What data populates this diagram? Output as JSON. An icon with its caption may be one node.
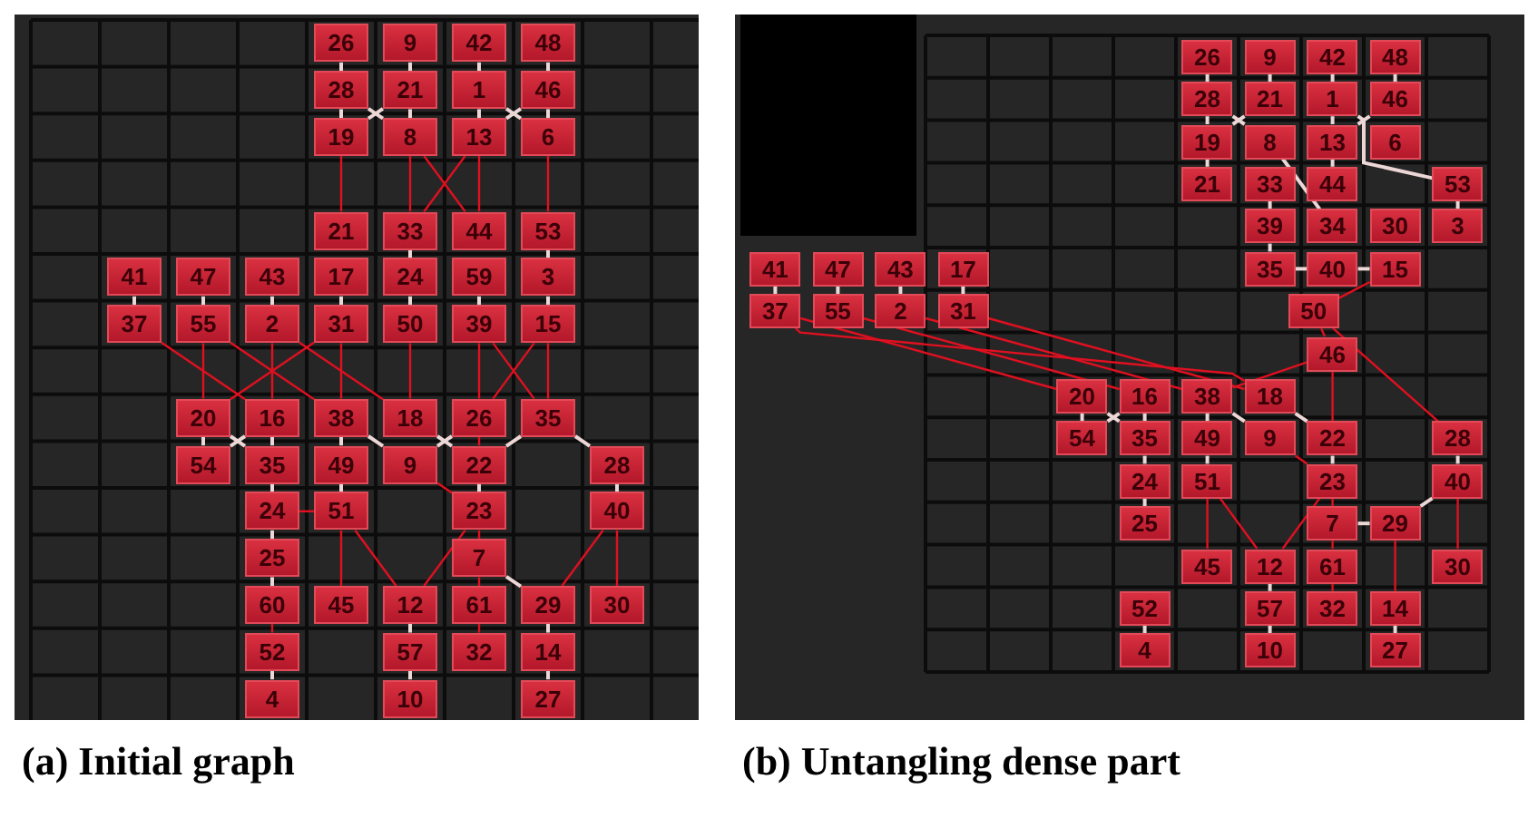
{
  "diagram": {
    "nodes": [
      {
        "text": [
          "(a) Initial graph"
        ]
      },
      {
        "text": [
          "26"
        ],
        "in": 0
      },
      {
        "text": [
          "9"
        ],
        "in": 0
      },
      {
        "text": [
          "42"
        ],
        "in": 0
      },
      {
        "text": [
          "48"
        ],
        "in": 0
      },
      {
        "text": [
          "28"
        ],
        "in": 0
      },
      {
        "text": [
          "21"
        ],
        "in": 0
      },
      {
        "text": [
          "1"
        ],
        "in": 0
      },
      {
        "text": [
          "46"
        ],
        "in": 0
      },
      {
        "text": [
          "19"
        ],
        "in": 0
      },
      {
        "text": [
          "8"
        ],
        "in": 0
      },
      {
        "text": [
          "13"
        ],
        "in": 0
      },
      {
        "text": [
          "6"
        ],
        "in": 0
      },
      {
        "text": [
          "21"
        ],
        "in": 0
      },
      {
        "text": [
          "33"
        ],
        "in": 0
      },
      {
        "text": [
          "44"
        ],
        "in": 0
      },
      {
        "text": [
          "53"
        ],
        "in": 0
      },
      {
        "text": [
          "41"
        ],
        "in": 0
      },
      {
        "text": [
          "47"
        ],
        "in": 0
      },
      {
        "text": [
          "43"
        ],
        "in": 0
      },
      {
        "text": [
          "17"
        ],
        "in": 0
      },
      {
        "text": [
          "24"
        ],
        "in": 0
      },
      {
        "text": [
          "59"
        ],
        "in": 0
      },
      {
        "text": [
          "3"
        ],
        "in": 0
      },
      {
        "text": [
          "37"
        ],
        "in": 0
      },
      {
        "text": [
          "55"
        ],
        "in": 0
      },
      {
        "text": [
          "2"
        ],
        "in": 0
      },
      {
        "text": [
          "31"
        ],
        "in": 0
      },
      {
        "text": [
          "50"
        ],
        "in": 0
      },
      {
        "text": [
          "39"
        ],
        "in": 0
      },
      {
        "text": [
          "15"
        ],
        "in": 0
      },
      {
        "text": [
          "20"
        ],
        "in": 0
      },
      {
        "text": [
          "16"
        ],
        "in": 0
      },
      {
        "text": [
          "38"
        ],
        "in": 0
      },
      {
        "text": [
          "18"
        ],
        "in": 0
      },
      {
        "text": [
          "26"
        ],
        "in": 0
      },
      {
        "text": [
          "35"
        ],
        "in": 0
      },
      {
        "text": [
          "54"
        ],
        "in": 0
      },
      {
        "text": [
          "35"
        ],
        "in": 0
      },
      {
        "text": [
          "49"
        ],
        "in": 0
      },
      {
        "text": [
          "9"
        ],
        "in": 0
      },
      {
        "text": [
          "22"
        ],
        "in": 0
      },
      {
        "text": [
          "28"
        ],
        "in": 0
      },
      {
        "text": [
          "24"
        ],
        "in": 0
      },
      {
        "text": [
          "51"
        ],
        "in": 0
      },
      {
        "text": [
          "23"
        ],
        "in": 0
      },
      {
        "text": [
          "40"
        ],
        "in": 0
      },
      {
        "text": [
          "25"
        ],
        "in": 0
      },
      {
        "text": [
          "7"
        ],
        "in": 0
      },
      {
        "text": [
          "60"
        ],
        "in": 0
      },
      {
        "text": [
          "45"
        ],
        "in": 0
      },
      {
        "text": [
          "12"
        ],
        "in": 0
      },
      {
        "text": [
          "61"
        ],
        "in": 0
      },
      {
        "text": [
          "29"
        ],
        "in": 0
      },
      {
        "text": [
          "30"
        ],
        "in": 0
      },
      {
        "text": [
          "52"
        ],
        "in": 0
      },
      {
        "text": [
          "57"
        ],
        "in": 0
      },
      {
        "text": [
          "32"
        ],
        "in": 0
      },
      {
        "text": [
          "14"
        ],
        "in": 0
      },
      {
        "text": [
          "4"
        ],
        "in": 0
      },
      {
        "text": [
          "10"
        ],
        "in": 0
      },
      {
        "text": [
          "27"
        ],
        "in": 0
      },
      {
        "text": [
          "(b) Untangling dense part"
        ]
      },
      {
        "text": [
          "26"
        ],
        "in": 62
      },
      {
        "text": [
          "9"
        ],
        "in": 62
      },
      {
        "text": [
          "42"
        ],
        "in": 62
      },
      {
        "text": [
          "48"
        ],
        "in": 62
      },
      {
        "text": [
          "28"
        ],
        "in": 62
      },
      {
        "text": [
          "21"
        ],
        "in": 62
      },
      {
        "text": [
          "1"
        ],
        "in": 62
      },
      {
        "text": [
          "46"
        ],
        "in": 62
      },
      {
        "text": [
          "19"
        ],
        "in": 62
      },
      {
        "text": [
          "8"
        ],
        "in": 62
      },
      {
        "text": [
          "13"
        ],
        "in": 62
      },
      {
        "text": [
          "6"
        ],
        "in": 62
      },
      {
        "text": [
          "21"
        ],
        "in": 62
      },
      {
        "text": [
          "33"
        ],
        "in": 62
      },
      {
        "text": [
          "44"
        ],
        "in": 62
      },
      {
        "text": [
          "53"
        ],
        "in": 62
      },
      {
        "text": [
          "39"
        ],
        "in": 62
      },
      {
        "text": [
          "34"
        ],
        "in": 62
      },
      {
        "text": [
          "30"
        ],
        "in": 62
      },
      {
        "text": [
          "3"
        ],
        "in": 62
      },
      {
        "text": [
          "41"
        ],
        "in": 62
      },
      {
        "text": [
          "47"
        ],
        "in": 62
      },
      {
        "text": [
          "43"
        ],
        "in": 62
      },
      {
        "text": [
          "17"
        ],
        "in": 62
      },
      {
        "text": [
          "35"
        ],
        "in": 62
      },
      {
        "text": [
          "40"
        ],
        "in": 62
      },
      {
        "text": [
          "15"
        ],
        "in": 62
      },
      {
        "text": [
          "37"
        ],
        "in": 62
      },
      {
        "text": [
          "55"
        ],
        "in": 62
      },
      {
        "text": [
          "2"
        ],
        "in": 62
      },
      {
        "text": [
          "31"
        ],
        "in": 62
      },
      {
        "text": [
          "50"
        ],
        "in": 62
      },
      {
        "text": [
          "46"
        ],
        "in": 62
      },
      {
        "text": [
          "20"
        ],
        "in": 62
      },
      {
        "text": [
          "16"
        ],
        "in": 62
      },
      {
        "text": [
          "38"
        ],
        "in": 62
      },
      {
        "text": [
          "18"
        ],
        "in": 62
      },
      {
        "text": [
          "54"
        ],
        "in": 62
      },
      {
        "text": [
          "35"
        ],
        "in": 62
      },
      {
        "text": [
          "49"
        ],
        "in": 62
      },
      {
        "text": [
          "9"
        ],
        "in": 62
      },
      {
        "text": [
          "22"
        ],
        "in": 62
      },
      {
        "text": [
          "28"
        ],
        "in": 62
      },
      {
        "text": [
          "24"
        ],
        "in": 62
      },
      {
        "text": [
          "51"
        ],
        "in": 62
      },
      {
        "text": [
          "23"
        ],
        "in": 62
      },
      {
        "text": [
          "40"
        ],
        "in": 62
      },
      {
        "text": [
          "25"
        ],
        "in": 62
      },
      {
        "text": [
          "7"
        ],
        "in": 62
      },
      {
        "text": [
          "29"
        ],
        "in": 62
      },
      {
        "text": [
          "45"
        ],
        "in": 62
      },
      {
        "text": [
          "12"
        ],
        "in": 62
      },
      {
        "text": [
          "61"
        ],
        "in": 62
      },
      {
        "text": [
          "30"
        ],
        "in": 62
      },
      {
        "text": [
          "52"
        ],
        "in": 62
      },
      {
        "text": [
          "57"
        ],
        "in": 62
      },
      {
        "text": [
          "32"
        ],
        "in": 62
      },
      {
        "text": [
          "14"
        ],
        "in": 62
      },
      {
        "text": [
          "4"
        ],
        "in": 62
      },
      {
        "text": [
          "10"
        ],
        "in": 62
      },
      {
        "text": [
          "27"
        ],
        "in": 62
      },
      {
        "text": [],
        "shape": "box",
        "in": 62
      }
    ],
    "edges": [
      {
        "from": 1,
        "to": 5,
        "arrow": "none"
      },
      {
        "from": 5,
        "to": 9,
        "arrow": "none"
      },
      {
        "from": 2,
        "to": 6,
        "arrow": "none"
      },
      {
        "from": 6,
        "to": 10,
        "arrow": "none"
      },
      {
        "from": 9,
        "to": 6,
        "arrow": "none"
      },
      {
        "from": 5,
        "to": 10,
        "arrow": "none"
      },
      {
        "from": 3,
        "to": 7,
        "arrow": "none"
      },
      {
        "from": 7,
        "to": 11,
        "arrow": "none"
      },
      {
        "from": 4,
        "to": 8,
        "arrow": "none"
      },
      {
        "from": 8,
        "to": 12,
        "arrow": "none"
      },
      {
        "from": 7,
        "to": 12,
        "arrow": "none"
      },
      {
        "from": 11,
        "to": 8,
        "arrow": "none"
      },
      {
        "from": 14,
        "to": 21,
        "arrow": "none"
      },
      {
        "from": 21,
        "to": 28,
        "arrow": "none"
      },
      {
        "from": 22,
        "to": 29,
        "arrow": "none"
      },
      {
        "from": 16,
        "to": 23,
        "arrow": "none"
      },
      {
        "from": 23,
        "to": 30,
        "arrow": "none"
      },
      {
        "from": 17,
        "to": 24,
        "arrow": "none"
      },
      {
        "from": 18,
        "to": 25,
        "arrow": "none"
      },
      {
        "from": 19,
        "to": 26,
        "arrow": "none"
      },
      {
        "from": 20,
        "to": 27,
        "arrow": "none"
      },
      {
        "from": 31,
        "to": 37,
        "arrow": "none"
      },
      {
        "from": 31,
        "to": 38,
        "arrow": "none"
      },
      {
        "from": 37,
        "to": 32,
        "arrow": "none"
      },
      {
        "from": 32,
        "to": 38,
        "arrow": "none"
      },
      {
        "from": 38,
        "to": 43,
        "arrow": "none"
      },
      {
        "from": 43,
        "to": 47,
        "arrow": "none"
      },
      {
        "from": 47,
        "to": 49,
        "arrow": "none"
      },
      {
        "from": 33,
        "to": 39,
        "arrow": "none"
      },
      {
        "from": 39,
        "to": 44,
        "arrow": "none"
      },
      {
        "from": 33,
        "to": 40,
        "arrow": "none"
      },
      {
        "from": 40,
        "to": 35,
        "arrow": "none"
      },
      {
        "from": 34,
        "to": 41,
        "arrow": "none"
      },
      {
        "from": 41,
        "to": 45,
        "arrow": "none"
      },
      {
        "from": 41,
        "to": 36,
        "arrow": "none"
      },
      {
        "from": 36,
        "to": 42,
        "arrow": "none"
      },
      {
        "from": 42,
        "to": 46,
        "arrow": "none"
      },
      {
        "from": 48,
        "to": 53,
        "arrow": "none"
      },
      {
        "from": 53,
        "to": 58,
        "arrow": "none"
      },
      {
        "from": 58,
        "to": 61,
        "arrow": "none"
      },
      {
        "from": 51,
        "to": 56,
        "arrow": "none"
      },
      {
        "from": 56,
        "to": 60,
        "arrow": "none"
      },
      {
        "from": 55,
        "to": 59,
        "arrow": "none"
      },
      {
        "from": 9,
        "to": 13,
        "arrow": "none",
        "color": "#e01020"
      },
      {
        "from": 10,
        "to": 14,
        "arrow": "none",
        "color": "#e01020"
      },
      {
        "from": 10,
        "to": 15,
        "arrow": "none",
        "color": "#e01020"
      },
      {
        "from": 11,
        "to": 14,
        "arrow": "none",
        "color": "#e01020"
      },
      {
        "from": 11,
        "to": 15,
        "arrow": "none",
        "color": "#e01020"
      },
      {
        "from": 12,
        "to": 16,
        "arrow": "none",
        "color": "#e01020"
      },
      {
        "from": 24,
        "to": 32,
        "arrow": "none",
        "color": "#e01020"
      },
      {
        "from": 25,
        "to": 31,
        "arrow": "none",
        "color": "#e01020"
      },
      {
        "from": 25,
        "to": 33,
        "arrow": "none",
        "color": "#e01020"
      },
      {
        "from": 26,
        "to": 32,
        "arrow": "none",
        "color": "#e01020"
      },
      {
        "from": 26,
        "to": 34,
        "arrow": "none",
        "color": "#e01020"
      },
      {
        "from": 27,
        "to": 31,
        "arrow": "none",
        "color": "#e01020"
      },
      {
        "from": 27,
        "to": 33,
        "arrow": "none",
        "color": "#e01020"
      },
      {
        "from": 28,
        "to": 34,
        "arrow": "none",
        "color": "#e01020"
      },
      {
        "from": 29,
        "to": 35,
        "arrow": "none",
        "color": "#e01020"
      },
      {
        "from": 29,
        "to": 36,
        "arrow": "none",
        "color": "#e01020"
      },
      {
        "from": 30,
        "to": 35,
        "arrow": "none",
        "color": "#e01020"
      },
      {
        "from": 30,
        "to": 36,
        "arrow": "none",
        "color": "#e01020"
      },
      {
        "from": 43,
        "to": 44,
        "arrow": "none",
        "color": "#e01020"
      },
      {
        "from": 44,
        "to": 50,
        "arrow": "none",
        "color": "#e01020"
      },
      {
        "from": 44,
        "to": 51,
        "arrow": "none",
        "color": "#e01020"
      },
      {
        "from": 51,
        "to": 45,
        "arrow": "none",
        "color": "#e01020"
      },
      {
        "from": 40,
        "to": 45,
        "arrow": "none",
        "color": "#e01020"
      },
      {
        "from": 45,
        "to": 48,
        "arrow": "none",
        "color": "#e01020"
      },
      {
        "from": 48,
        "to": 52,
        "arrow": "none",
        "color": "#e01020"
      },
      {
        "from": 52,
        "to": 57,
        "arrow": "none",
        "color": "#e01020"
      },
      {
        "from": 46,
        "to": 53,
        "arrow": "none",
        "color": "#e01020"
      },
      {
        "from": 46,
        "to": 54,
        "arrow": "none",
        "color": "#e01020"
      },
      {
        "from": 49,
        "to": 55,
        "arrow": "none",
        "color": "#e01020"
      },
      {
        "from": 35,
        "to": 41,
        "arrow": "none",
        "color": "#e01020"
      },
      {
        "from": 63,
        "to": 67,
        "arrow": "none"
      },
      {
        "from": 67,
        "to": 71,
        "arrow": "none"
      },
      {
        "from": 71,
        "to": 75,
        "arrow": "none"
      },
      {
        "from": 64,
        "to": 68,
        "arrow": "none"
      },
      {
        "from": 67,
        "to": 72,
        "arrow": "none"
      },
      {
        "from": 68,
        "to": 71,
        "arrow": "none"
      },
      {
        "from": 72,
        "to": 80,
        "arrow": "none"
      },
      {
        "from": 65,
        "to": 69,
        "arrow": "none"
      },
      {
        "from": 69,
        "to": 73,
        "arrow": "none"
      },
      {
        "from": 73,
        "to": 77,
        "arrow": "none"
      },
      {
        "from": 66,
        "to": 70,
        "arrow": "none"
      },
      {
        "from": 70,
        "to": 73,
        "arrow": "none"
      },
      {
        "from": 69,
        "to": 78,
        "arrow": "none"
      },
      {
        "from": 78,
        "to": 82,
        "arrow": "none"
      },
      {
        "from": 76,
        "to": 79,
        "arrow": "none"
      },
      {
        "from": 79,
        "to": 87,
        "arrow": "none"
      },
      {
        "from": 87,
        "to": 88,
        "arrow": "none"
      },
      {
        "from": 88,
        "to": 89,
        "arrow": "none"
      },
      {
        "from": 83,
        "to": 90,
        "arrow": "none"
      },
      {
        "from": 84,
        "to": 91,
        "arrow": "none"
      },
      {
        "from": 85,
        "to": 92,
        "arrow": "none"
      },
      {
        "from": 86,
        "to": 93,
        "arrow": "none"
      },
      {
        "from": 96,
        "to": 100,
        "arrow": "none"
      },
      {
        "from": 96,
        "to": 101,
        "arrow": "none"
      },
      {
        "from": 100,
        "to": 97,
        "arrow": "none"
      },
      {
        "from": 97,
        "to": 101,
        "arrow": "none"
      },
      {
        "from": 101,
        "to": 106,
        "arrow": "none"
      },
      {
        "from": 106,
        "to": 110,
        "arrow": "none"
      },
      {
        "from": 98,
        "to": 102,
        "arrow": "none"
      },
      {
        "from": 102,
        "to": 107,
        "arrow": "none"
      },
      {
        "from": 98,
        "to": 103,
        "arrow": "none"
      },
      {
        "from": 99,
        "to": 104,
        "arrow": "none"
      },
      {
        "from": 104,
        "to": 108,
        "arrow": "none"
      },
      {
        "from": 105,
        "to": 109,
        "arrow": "none"
      },
      {
        "from": 109,
        "to": 112,
        "arrow": "none"
      },
      {
        "from": 112,
        "to": 111,
        "arrow": "none"
      },
      {
        "from": 114,
        "to": 118,
        "arrow": "none"
      },
      {
        "from": 118,
        "to": 122,
        "arrow": "none"
      },
      {
        "from": 117,
        "to": 121,
        "arrow": "none"
      },
      {
        "from": 120,
        "to": 123,
        "arrow": "none"
      },
      {
        "from": 90,
        "to": 96,
        "arrow": "none",
        "color": "#e01020"
      },
      {
        "from": 91,
        "to": 97,
        "arrow": "none",
        "color": "#e01020"
      },
      {
        "from": 92,
        "to": 98,
        "arrow": "none",
        "color": "#e01020"
      },
      {
        "from": 93,
        "to": 99,
        "arrow": "none",
        "color": "#e01020"
      },
      {
        "from": 90,
        "to": 99,
        "arrow": "none",
        "color": "#e01020"
      },
      {
        "from": 94,
        "to": 95,
        "arrow": "none",
        "color": "#e01020"
      },
      {
        "from": 89,
        "to": 94,
        "arrow": "none",
        "color": "#e01020"
      },
      {
        "from": 95,
        "to": 98,
        "arrow": "none",
        "color": "#e01020"
      },
      {
        "from": 95,
        "to": 104,
        "arrow": "none",
        "color": "#e01020"
      },
      {
        "from": 94,
        "to": 105,
        "arrow": "none",
        "color": "#e01020"
      },
      {
        "from": 107,
        "to": 113,
        "arrow": "none",
        "color": "#e01020"
      },
      {
        "from": 107,
        "to": 114,
        "arrow": "none",
        "color": "#e01020"
      },
      {
        "from": 114,
        "to": 108,
        "arrow": "none",
        "color": "#e01020"
      },
      {
        "from": 103,
        "to": 108,
        "arrow": "none",
        "color": "#e01020"
      },
      {
        "from": 108,
        "to": 111,
        "arrow": "none",
        "color": "#e01020"
      },
      {
        "from": 111,
        "to": 115,
        "arrow": "none",
        "color": "#e01020"
      },
      {
        "from": 115,
        "to": 119,
        "arrow": "none",
        "color": "#e01020"
      },
      {
        "from": 112,
        "to": 120,
        "arrow": "none",
        "color": "#e01020"
      },
      {
        "from": 109,
        "to": 116,
        "arrow": "none",
        "color": "#e01020"
      }
    ]
  }
}
